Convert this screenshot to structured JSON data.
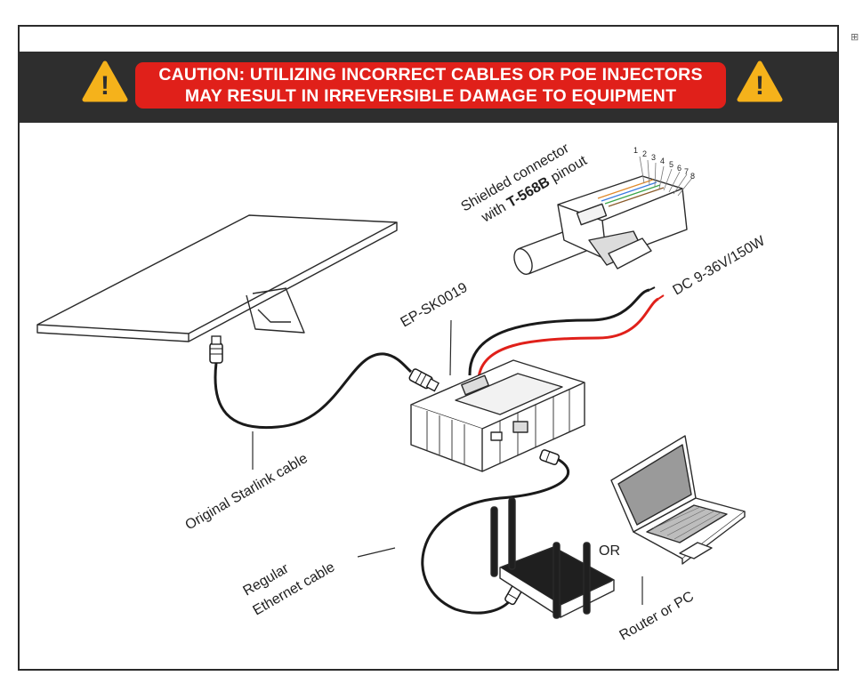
{
  "banner": {
    "caution_line1": "CAUTION: UTILIZING INCORRECT CABLES OR POE INJECTORS",
    "caution_line2": "MAY RESULT IN IRREVERSIBLE DAMAGE TO EQUIPMENT",
    "warning_glyph": "!"
  },
  "labels": {
    "connector_line1": "Shielded connector",
    "connector_line2_prefix": "with ",
    "connector_line2_bold": "T-568B",
    "connector_line2_suffix": " pinout",
    "power": "DC 9-36V/150W",
    "device": "EP-SK0019",
    "starlink_cable": "Original Starlink cable",
    "ethernet_line1": "Regular",
    "ethernet_line2": "Ethernet cable",
    "or": "OR",
    "router_pc": "Router or PC"
  },
  "pins": [
    "1",
    "2",
    "3",
    "4",
    "5",
    "6",
    "7",
    "8"
  ],
  "colors": {
    "banner_bg": "#2e2e2e",
    "caution_red": "#e0201a",
    "warning_yellow": "#f5b21b",
    "power_red": "#e0201a"
  },
  "icons": {
    "corner": "⊞"
  }
}
